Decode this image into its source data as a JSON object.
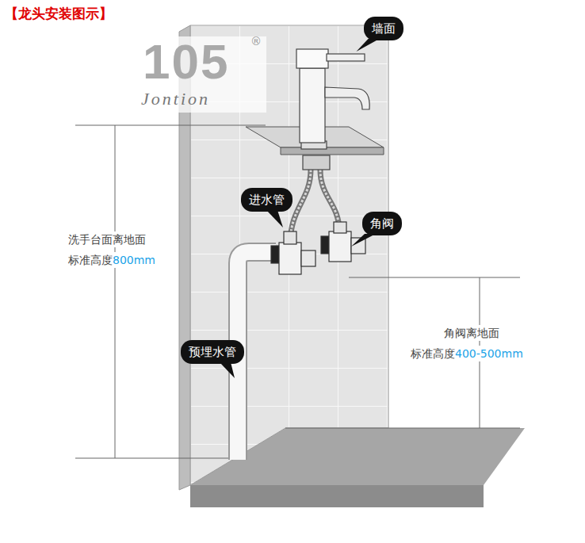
{
  "diagram": {
    "title": "【龙头安装图示】",
    "nodes": [
      {
        "text": [
          "墙面"
        ]
      },
      {
        "text": [
          "进水管"
        ]
      },
      {
        "text": [
          "角阀"
        ]
      },
      {
        "text": [
          "预埋水管"
        ]
      }
    ],
    "labels": [
      "105",
      "®",
      "Jontion",
      "洗手台面离地面",
      "标准高度",
      "800mm",
      "角阀离地面",
      "标准高度",
      "400-500mm"
    ]
  }
}
